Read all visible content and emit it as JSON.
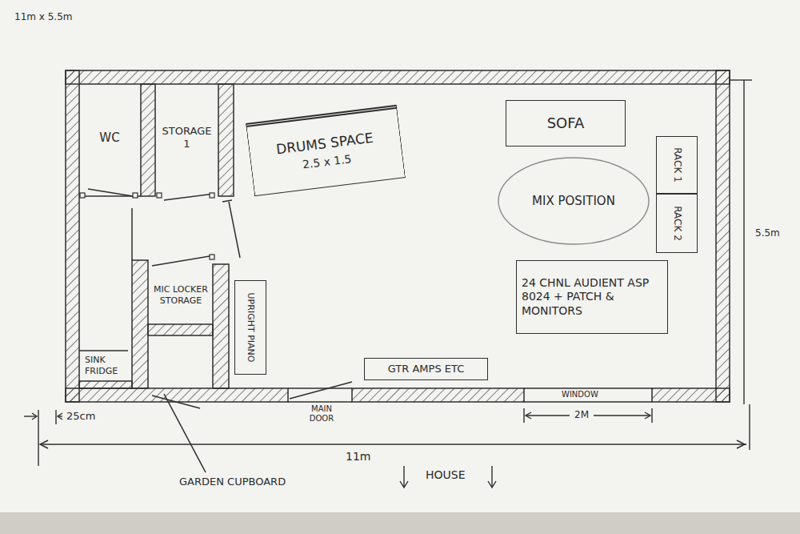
{
  "diagram": {
    "nodes": [
      {
        "text": [
          "WC"
        ]
      },
      {
        "text": [
          "STORAGE 1"
        ]
      },
      {
        "text": [
          "DRUMS SPACE",
          "2.5 x 1.5"
        ]
      },
      {
        "text": [
          "SOFA"
        ]
      },
      {
        "text": [
          "MIX POSITION"
        ]
      },
      {
        "text": [
          "RACK 1"
        ]
      },
      {
        "text": [
          "RACK 2"
        ]
      },
      {
        "text": [
          "MIC LOCKER STORAGE"
        ]
      },
      {
        "text": [
          "UPRIGHT PIANO"
        ]
      },
      {
        "text": [
          "24 CHNL AUDIENT ASP 8024 + PATCH & MONITORS"
        ]
      },
      {
        "text": [
          "SINK FRIDGE"
        ]
      },
      {
        "text": [
          "GTR AMPS ETC"
        ]
      }
    ],
    "labels": [
      "11m x 5.5m",
      "MAIN DOOR",
      "WINDOW",
      "2M",
      "25cm",
      "11m",
      "5.5m",
      "GARDEN CUPBOARD",
      "HOUSE"
    ]
  }
}
